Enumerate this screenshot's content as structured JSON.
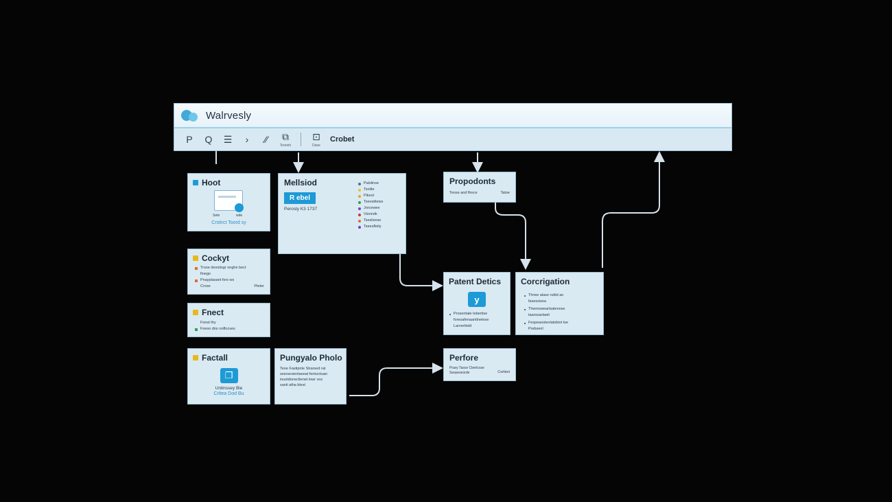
{
  "app": {
    "title": "Walrvesly"
  },
  "toolbar": {
    "buttons": [
      {
        "glyph": "P",
        "icon": "page-icon"
      },
      {
        "glyph": "Q",
        "icon": "query-icon"
      },
      {
        "glyph": "☰",
        "icon": "menu-icon"
      },
      {
        "glyph": "›",
        "icon": "chevron-right-icon"
      },
      {
        "glyph": "⁄⁄",
        "icon": "slash-icon"
      },
      {
        "glyph": "⧉",
        "icon": "copy-icon",
        "sub": "Tooneh"
      },
      {
        "glyph": "⊡",
        "icon": "frame-icon",
        "sub": "Dase"
      }
    ],
    "label": "Crobet"
  },
  "cards": {
    "hoot": {
      "title": "Hoot",
      "caption": "Crstirct Toord sy",
      "btn_left": "Sete",
      "btn_right": "wde"
    },
    "cockpit": {
      "title": "Cockyt",
      "line1": "Trose devoitsgr onghe bect",
      "line2": "finego",
      "line3": "Pnayplasant fors ws",
      "line4": "Crose",
      "line5": "Pteter"
    },
    "fnect": {
      "title": "Fnect",
      "line1": "Fonst thy",
      "line2": "Foeso dno onflocses"
    },
    "factall": {
      "title": "Factall",
      "line1": "Untinssey Bie",
      "caption": "Crltea Dod Bu"
    },
    "mellsion": {
      "title": "Mellsiod",
      "badge": "R ebel",
      "sub": "Perosty K3 1737",
      "list": [
        {
          "text": "Palslinse",
          "color": "#5c6f86"
        },
        {
          "text": "Tsnilte",
          "color": "#e8c428"
        },
        {
          "text": "Pikest",
          "color": "#f0a21c"
        },
        {
          "text": "Tseostiteiss",
          "color": "#2f9e54"
        },
        {
          "text": "Jorcewee",
          "color": "#6b4bb8"
        },
        {
          "text": "Vionreik",
          "color": "#cc3344"
        },
        {
          "text": "Tseslisnse",
          "color": "#e36a2b"
        },
        {
          "text": "Tseesfleity",
          "color": "#6e42c9"
        }
      ]
    },
    "pungate": {
      "title": "Pungyalo Pholo",
      "line1": "Teoe Fastipnte Strarsed rat",
      "line2": "sesrsevienlaeeat fertocrtuan",
      "line3": "inuetdonecltenet lowr vos",
      "line4": "santi atha blest"
    },
    "propulsions": {
      "title": "Propodonts",
      "sub_left": "Teose and ftrece",
      "sub_right": "Tatoe"
    },
    "patient": {
      "title": "Patent Detics",
      "glyph": "y",
      "line1": "Prosentate tebertise",
      "line2": "foresafenaantlnetese",
      "line3": "Larnertteld"
    },
    "configuration": {
      "title": "Corcrigation",
      "line1": "Thrwe alase ruttid ao",
      "line2": "fasessisea",
      "line3": "Thwresweartsalenose",
      "line4": "taarssavlaeit",
      "line5": "Fespeanstevlatsbtot tse",
      "line6": "Prebsenl"
    },
    "perfore": {
      "title": "Perfore",
      "sub_left": "Pravy Tasce Cteetcsse",
      "sub_mid": "Seaseseorde",
      "sub_right": "Corbiet"
    }
  }
}
